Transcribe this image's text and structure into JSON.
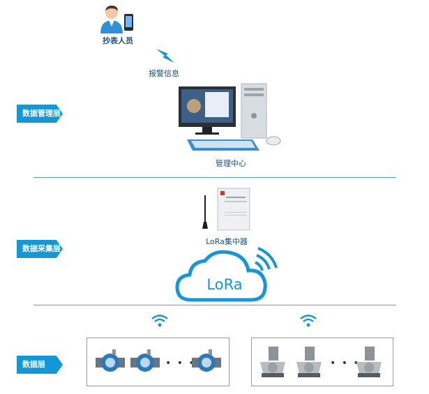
{
  "layers": {
    "management": "数据管理层",
    "collection": "数据采集层",
    "data": "数据层"
  },
  "nodes": {
    "meter_reader": "抄表人员",
    "alarm_info": "报警信息",
    "management_center": "管理中心",
    "concentrator": "LoRa集中器",
    "cloud": "LoRa"
  },
  "meter_groups": {
    "left_ellipsis": "• • •",
    "right_ellipsis": "• • •"
  },
  "colors": {
    "accent": "#1596d6",
    "divider": "#3da8dc",
    "caption": "#1a4f8a"
  },
  "icons": [
    "person-icon",
    "phone-icon",
    "lightning-icon",
    "computer-icon",
    "concentrator-icon",
    "cloud-icon",
    "wifi-icon",
    "water-meter-icon",
    "valve-meter-icon"
  ]
}
